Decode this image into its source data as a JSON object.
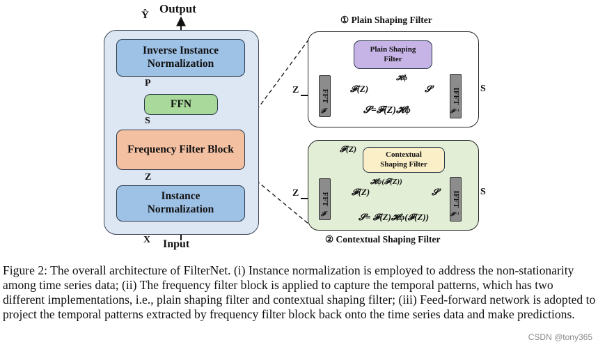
{
  "main": {
    "output_label": "Output",
    "input_label": "Input",
    "y_hat_label": "Ŷ",
    "p_label": "P",
    "s_label": "S",
    "z_label": "Z",
    "x_label": "X",
    "inverse_norm": "Inverse Instance Normalization",
    "ffn": "FFN",
    "freq_filter": "Frequency Filter Block",
    "instance_norm": "Instance Normalization"
  },
  "plain": {
    "title": "① Plain Shaping Filter",
    "filter_box": "Plain Shaping Filter",
    "z_in": "Z",
    "fft": "FFT",
    "fft_sym": "𝓕",
    "fz": "𝓕(Z)",
    "h": "𝓗ϕ",
    "s_mid": "𝓢",
    "ifft": "IFFT",
    "ifft_sym": "𝓕⁻¹",
    "s_out": "S",
    "eq": "𝓢=𝓕(Z)𝓗ϕ"
  },
  "contextual": {
    "title": "② Contextual Shaping Filter",
    "filter_box": "Contextual Shaping Filter",
    "z_in": "Z",
    "fft": "FFT",
    "fft_sym": "𝓕",
    "fz_top": "𝓕(Z)",
    "fz": "𝓕(Z)",
    "h": "𝓗φ(𝓕(Z))",
    "s_mid": "𝓢",
    "ifft": "IFFT",
    "ifft_sym": "𝓕⁻¹",
    "s_out": "S",
    "eq": "𝓢= 𝓕(Z)𝓗φ(𝓕(Z))"
  },
  "caption": "Figure 2: The overall architecture of FilterNet. (i) Instance normalization is employed to address the non-stationarity among time series data; (ii) The frequency filter block is applied to capture the temporal patterns, which has two different implementations, i.e., plain shaping filter and contextual shaping filter; (iii) Feed-forward network is adopted to project the temporal patterns extracted by frequency filter block back onto the time series data and make predictions.",
  "watermark": "CSDN @tony365",
  "colors": {
    "main_panel": "#dde6f3",
    "blue_block": "#9ec1e6",
    "ffn_green": "#a9d99b",
    "freq_orange": "#f4c0a2",
    "plain_filter": "#c6b4e6",
    "contextual_panel": "#e2eed6",
    "contextual_filter": "#fbefc8"
  }
}
